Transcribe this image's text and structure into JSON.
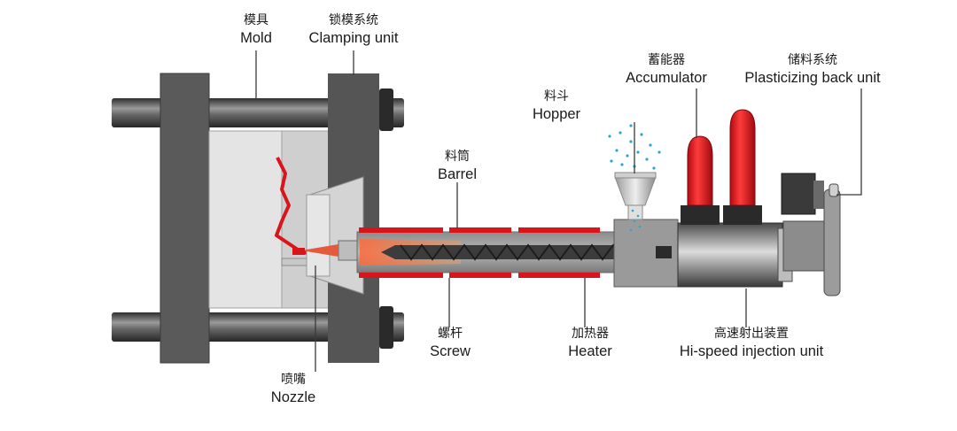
{
  "labels": {
    "mold": {
      "zh": "模具",
      "en": "Mold"
    },
    "clamping": {
      "zh": "锁模系统",
      "en": "Clamping unit"
    },
    "hopper": {
      "zh": "料斗",
      "en": "Hopper"
    },
    "accumulator": {
      "zh": "蓄能器",
      "en": "Accumulator"
    },
    "plasticizing": {
      "zh": "储料系统",
      "en": "Plasticizing back unit"
    },
    "barrel": {
      "zh": "料筒",
      "en": "Barrel"
    },
    "screw": {
      "zh": "螺杆",
      "en": "Screw"
    },
    "heater": {
      "zh": "加热器",
      "en": "Heater"
    },
    "injection": {
      "zh": "高速射出装置",
      "en": "Hi-speed injection unit"
    },
    "nozzle": {
      "zh": "喷嘴",
      "en": "Nozzle"
    }
  },
  "colors": {
    "tie_bar": "#555555",
    "platen": "#5a5a5a",
    "mold_body": "#d9d9d9",
    "heater_red": "#d9141b",
    "barrel_gray": "#9e9e9e",
    "screw_dark": "#3c3c3c"
  }
}
